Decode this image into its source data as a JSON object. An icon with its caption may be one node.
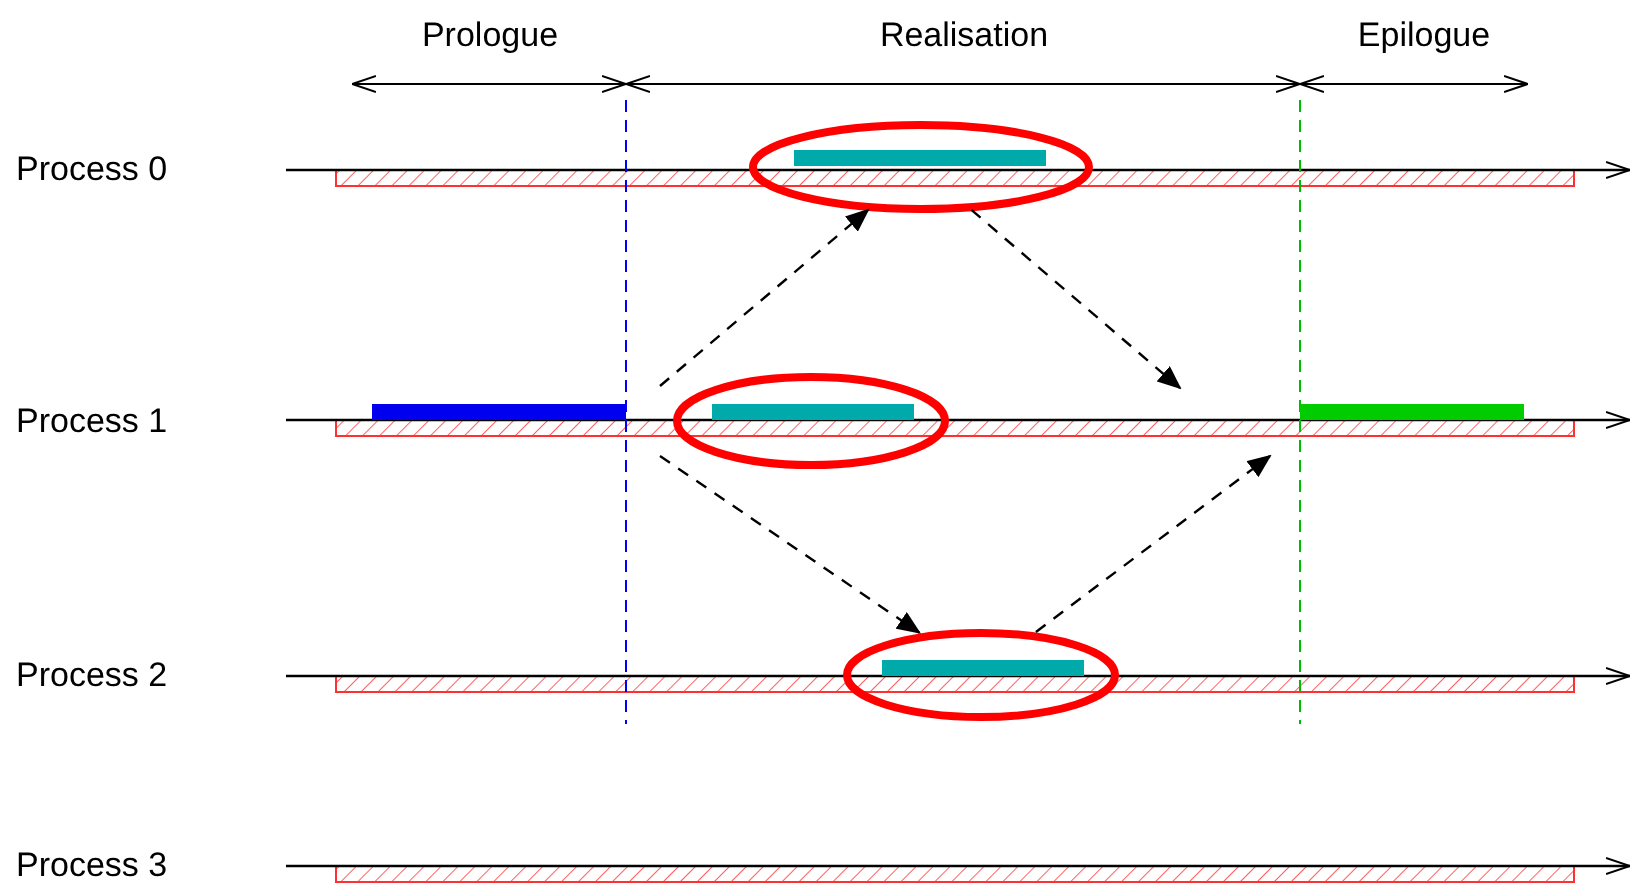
{
  "diagram": {
    "nodes": [
      {
        "text": [],
        "shape": "ellipse"
      },
      {
        "text": [],
        "shape": "ellipse"
      },
      {
        "text": [],
        "shape": "ellipse"
      }
    ],
    "edges": [
      {
        "from": null,
        "to": 0,
        "arrow": "to",
        "style": "dashed"
      },
      {
        "from": 0,
        "to": null,
        "arrow": "to",
        "style": "dashed"
      },
      {
        "from": null,
        "to": 2,
        "arrow": "to",
        "style": "dashed"
      },
      {
        "from": 2,
        "to": null,
        "arrow": "to",
        "style": "dashed"
      }
    ],
    "labels": [
      "Prologue",
      "Realisation",
      "Epilogue",
      "Process 0",
      "Process 1",
      "Process 2",
      "Process 3"
    ]
  }
}
